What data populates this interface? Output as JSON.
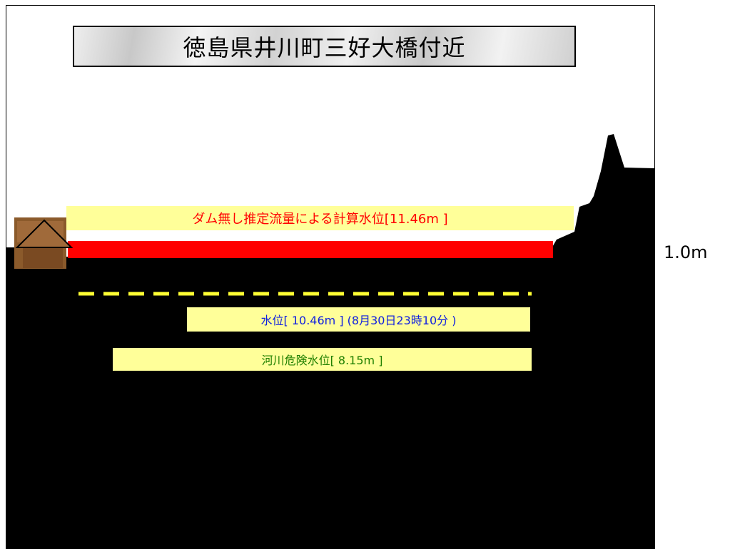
{
  "title": "徳島県井川町三好大橋付近",
  "labels": {
    "no_dam": "ダム無し推定流量による計算水位[11.46m ]",
    "current": "水位[ 10.46m ]  (8月30日23時10分 )",
    "danger": "河川危険水位[ 8.15m ]"
  },
  "scale_label": "1.0m",
  "colors": {
    "no_dam_line": "#ff0000",
    "current_line": "#ffff33",
    "label_bg": "#ffff99",
    "no_dam_text": "#ff0000",
    "current_text": "#1020e0",
    "danger_text": "#208000",
    "terrain": "#000000"
  },
  "icons": {
    "house": "house-icon"
  }
}
